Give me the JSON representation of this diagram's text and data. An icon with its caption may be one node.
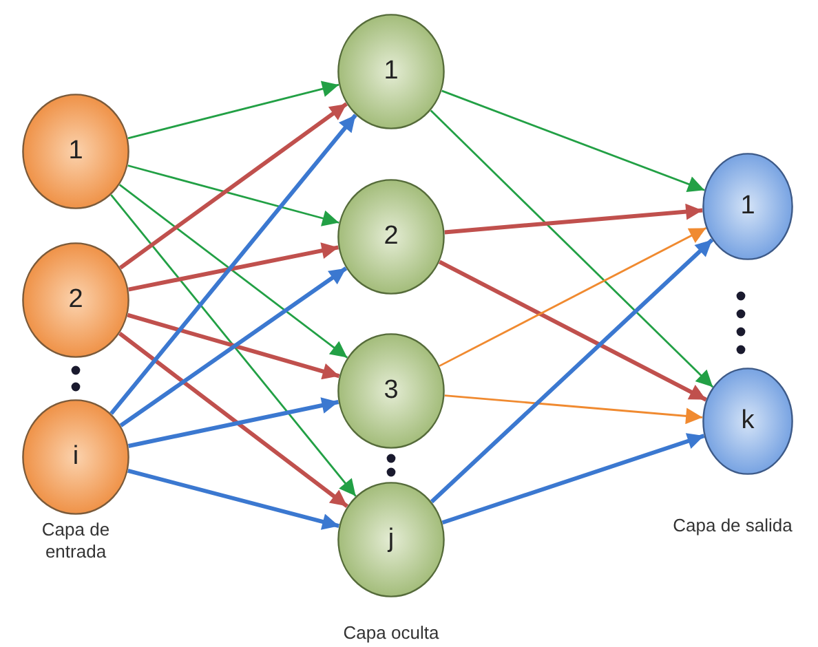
{
  "diagram": {
    "nodes": [
      {
        "text": [
          "1"
        ]
      },
      {
        "text": [
          "2"
        ]
      },
      {
        "text": [
          "i"
        ]
      },
      {
        "text": [
          "1"
        ]
      },
      {
        "text": [
          "2"
        ]
      },
      {
        "text": [
          "3"
        ]
      },
      {
        "text": [
          "j"
        ]
      },
      {
        "text": [
          "1"
        ]
      },
      {
        "text": [
          "k"
        ]
      }
    ],
    "edges": [
      {
        "from": 0,
        "to": 3,
        "arrow": "to",
        "color": "#22a045"
      },
      {
        "from": 0,
        "to": 4,
        "arrow": "to",
        "color": "#22a045"
      },
      {
        "from": 0,
        "to": 5,
        "arrow": "to",
        "color": "#22a045"
      },
      {
        "from": 0,
        "to": 6,
        "arrow": "to",
        "color": "#22a045"
      },
      {
        "from": 1,
        "to": 3,
        "arrow": "to",
        "color": "#c0504d"
      },
      {
        "from": 1,
        "to": 4,
        "arrow": "to",
        "color": "#c0504d"
      },
      {
        "from": 1,
        "to": 5,
        "arrow": "to",
        "color": "#c0504d"
      },
      {
        "from": 1,
        "to": 6,
        "arrow": "to",
        "color": "#c0504d"
      },
      {
        "from": 2,
        "to": 3,
        "arrow": "to",
        "color": "#3b78d0"
      },
      {
        "from": 2,
        "to": 4,
        "arrow": "to",
        "color": "#3b78d0"
      },
      {
        "from": 2,
        "to": 5,
        "arrow": "to",
        "color": "#3b78d0"
      },
      {
        "from": 2,
        "to": 6,
        "arrow": "to",
        "color": "#3b78d0"
      },
      {
        "from": 3,
        "to": 7,
        "arrow": "to",
        "color": "#22a045"
      },
      {
        "from": 3,
        "to": 8,
        "arrow": "to",
        "color": "#22a045"
      },
      {
        "from": 4,
        "to": 7,
        "arrow": "to",
        "color": "#c0504d"
      },
      {
        "from": 4,
        "to": 8,
        "arrow": "to",
        "color": "#c0504d"
      },
      {
        "from": 5,
        "to": 7,
        "arrow": "to",
        "color": "#f08a30"
      },
      {
        "from": 5,
        "to": 8,
        "arrow": "to",
        "color": "#f08a30"
      },
      {
        "from": 6,
        "to": 7,
        "arrow": "to",
        "color": "#3b78d0"
      },
      {
        "from": 6,
        "to": 8,
        "arrow": "to",
        "color": "#3b78d0"
      }
    ],
    "labels": [
      "Capa de entrada",
      "Capa oculta",
      "Capa de salida"
    ]
  }
}
